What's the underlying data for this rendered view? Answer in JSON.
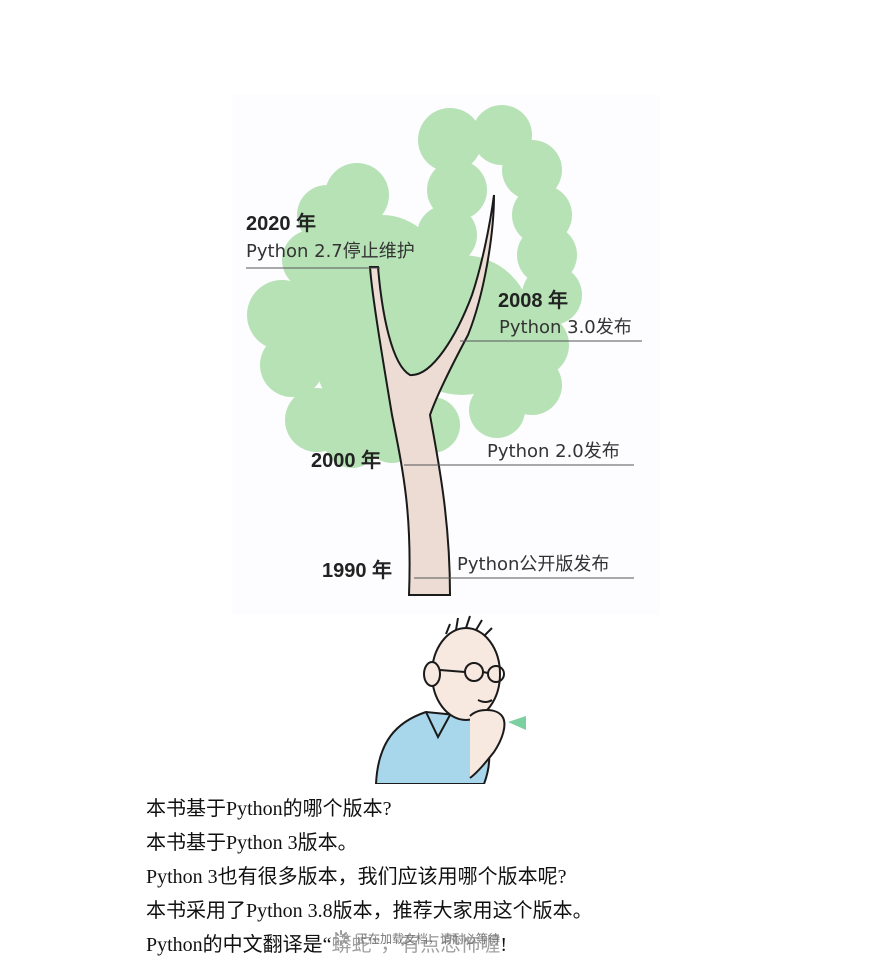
{
  "timeline": {
    "y2020": {
      "year": "2020 年",
      "event": "Python 2.7停止维护"
    },
    "y2008": {
      "year": "2008 年",
      "event": "Python 3.0发布"
    },
    "y2000": {
      "year": "2000 年",
      "event": "Python 2.0发布"
    },
    "y1990": {
      "year": "1990 年",
      "event": "Python公开版发布"
    }
  },
  "text_lines": [
    "本书基于Python的哪个版本?",
    "本书基于Python 3版本。",
    "Python 3也有很多版本，我们应该用哪个版本呢?",
    "本书采用了Python 3.8版本，推荐大家用这个版本。",
    "Python的中文翻译是“蟒蛇”，有点恐怖喔!"
  ],
  "loading_overlay": {
    "text": "正在加载文档，请耐心等待",
    "icon": "spinner-icon"
  },
  "colors": {
    "foliage": "#b6e2b6",
    "trunk": "#ecdcd3",
    "outline": "#1a1a1a",
    "rule": "#555555"
  }
}
